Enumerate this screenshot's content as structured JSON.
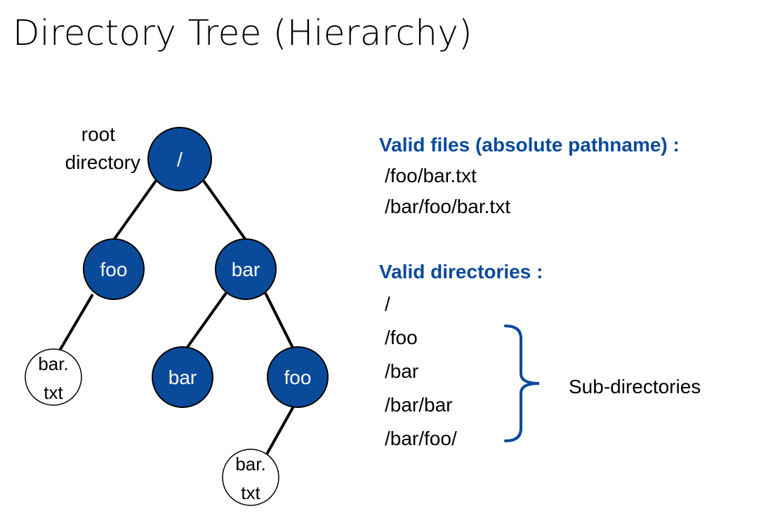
{
  "title": "Directory Tree (Hierarchy)",
  "tree": {
    "root_label_line1": "root",
    "root_label_line2": "directory",
    "nodes": {
      "root": "/",
      "foo": "foo",
      "bar": "bar",
      "bar_bar": "bar",
      "bar_foo": "foo",
      "foo_file_line1": "bar.",
      "foo_file_line2": "txt",
      "barfoo_file_line1": "bar.",
      "barfoo_file_line2": "txt"
    },
    "colors": {
      "directory_fill": "#0a4a9a",
      "file_fill": "#ffffff"
    }
  },
  "files_section": {
    "heading": "Valid files (absolute pathname) :",
    "items": [
      "/foo/bar.txt",
      "/bar/foo/bar.txt"
    ]
  },
  "directories_section": {
    "heading": "Valid directories :",
    "items": [
      "/",
      "/foo",
      "/bar",
      "/bar/bar",
      "/bar/foo/"
    ],
    "brace_label": "Sub-directories"
  },
  "accent_color": "#0a4a9a"
}
